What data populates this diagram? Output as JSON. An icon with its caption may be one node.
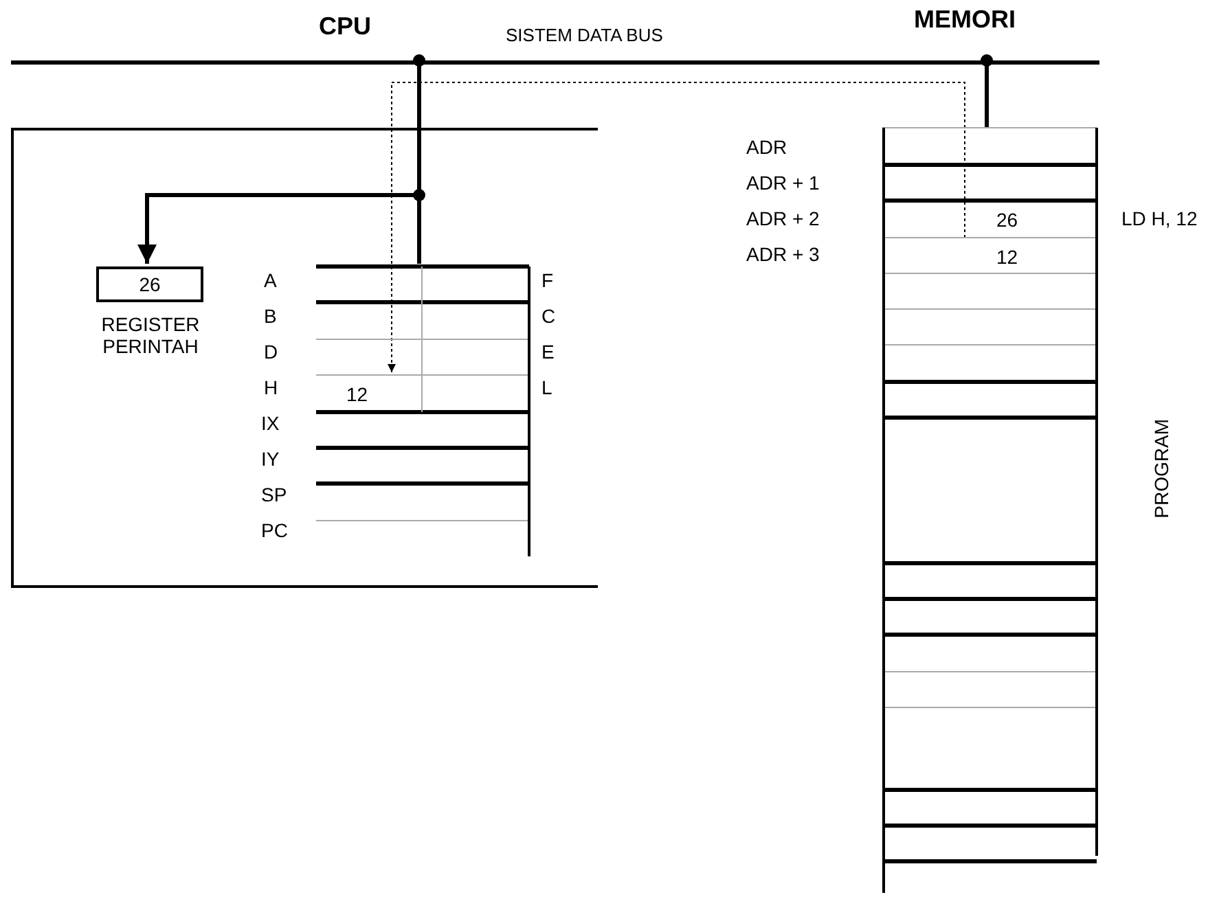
{
  "diagram": {
    "nodes": [
      {
        "text": [
          "SISTEM DATA BUS"
        ]
      },
      {
        "text": [],
        "shape": "box"
      },
      {
        "text": [
          "26"
        ],
        "beside": [
          "REGISTER PERINTAH"
        ],
        "in": 1
      },
      {
        "text": [],
        "shape": "box",
        "in": 1
      },
      {
        "text": [
          "12"
        ],
        "in": 3
      },
      {
        "text": [],
        "shape": "box"
      },
      {
        "text": [
          "26"
        ],
        "in": 5
      },
      {
        "text": [
          "12"
        ],
        "in": 5
      }
    ],
    "edges": [
      {
        "from": 0,
        "to": 2,
        "arrow": "to"
      },
      {
        "from": 0,
        "to": 3,
        "arrow": "other"
      },
      {
        "from": 5,
        "to": 0,
        "arrow": "other"
      },
      {
        "from": 7,
        "to": 4,
        "arrow": "to",
        "style": "dashed"
      }
    ],
    "labels": [
      "CPU",
      "MEMORI",
      "A",
      "B",
      "D",
      "H",
      "IX",
      "IY",
      "SP",
      "PC",
      "F",
      "C",
      "E",
      "L",
      "ADR",
      "ADR + 1",
      "ADR + 2",
      "ADR + 3",
      "LD H, 12",
      "PROGRAM"
    ]
  }
}
